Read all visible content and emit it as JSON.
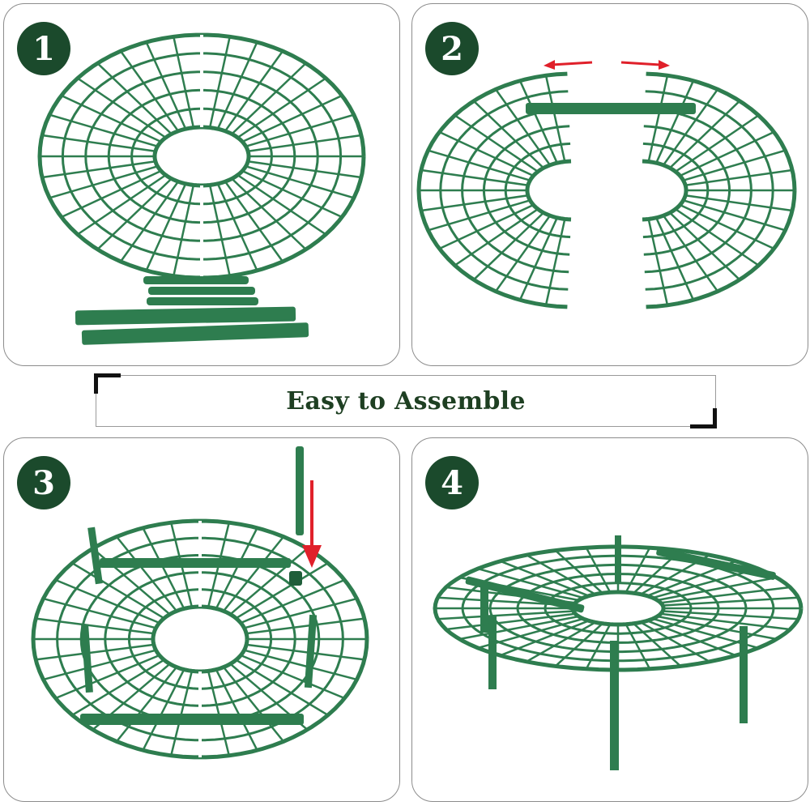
{
  "banner": {
    "text": "Easy to Assemble"
  },
  "steps": [
    {
      "number": "1",
      "icon": "disassembled-support-parts-icon"
    },
    {
      "number": "2",
      "icon": "separating-halves-icon"
    },
    {
      "number": "3",
      "icon": "inserting-legs-icon"
    },
    {
      "number": "4",
      "icon": "assembled-plant-support-icon"
    }
  ],
  "colors": {
    "plastic": "#2e7d4f",
    "plastic_dark": "#1f5e3a",
    "badge": "#1b4a2c",
    "arrow": "#e0202a",
    "banner_text": "#1e3f22"
  }
}
